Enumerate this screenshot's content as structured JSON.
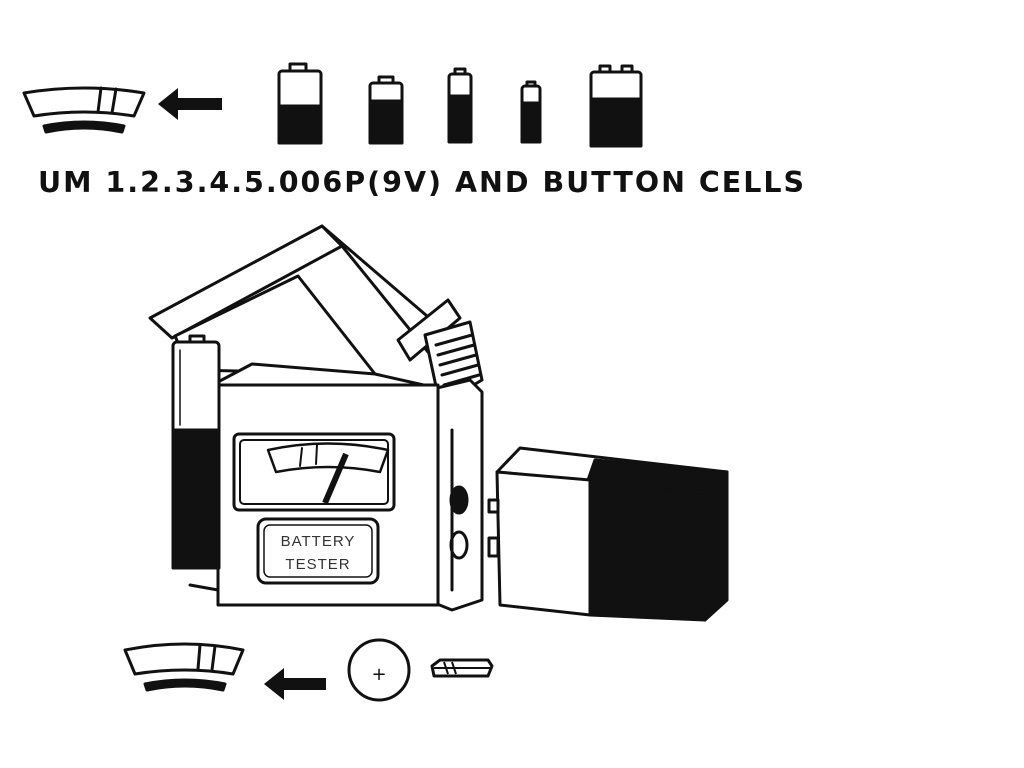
{
  "heading": "UM 1.2.3.4.5.006P(9V) AND BUTTON CELLS",
  "tester": {
    "label_line1": "BATTERY",
    "label_line2": "TESTER"
  },
  "button_cell": {
    "polarity": "+"
  },
  "top_row": {
    "icons": [
      "meter-scale-icon",
      "arrow-left-icon",
      "battery-icon",
      "battery-icon",
      "battery-icon",
      "battery-icon",
      "battery-9v-icon"
    ]
  },
  "bottom_row": {
    "icons": [
      "meter-scale-icon",
      "arrow-left-icon",
      "button-cell-icon",
      "button-cell-side-icon"
    ]
  },
  "colors": {
    "ink": "#111111",
    "paper": "#ffffff"
  }
}
